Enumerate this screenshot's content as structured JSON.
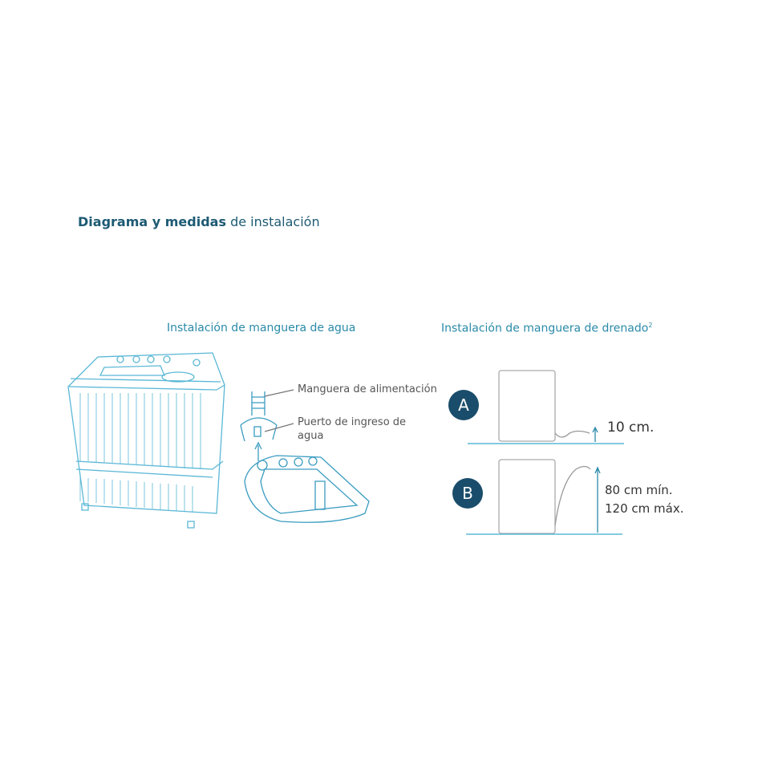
{
  "title": {
    "bold": "Diagrama y medidas",
    "regular": "de instalación"
  },
  "water_section": {
    "title": "Instalación de manguera de agua",
    "label_hose": "Manguera de alimentación",
    "label_port_line1": "Puerto de ingreso de",
    "label_port_line2": "agua"
  },
  "drain_section": {
    "title": "Instalación de manguera de drenado",
    "footnote": "2",
    "option_a": {
      "badge": "A",
      "measure": "10 cm."
    },
    "option_b": {
      "badge": "B",
      "measure_min": "80 cm mín.",
      "measure_max": "120 cm máx."
    }
  },
  "colors": {
    "line": "#5bb8d6",
    "badge": "#1a4d6b",
    "title": "#1d5a73"
  }
}
